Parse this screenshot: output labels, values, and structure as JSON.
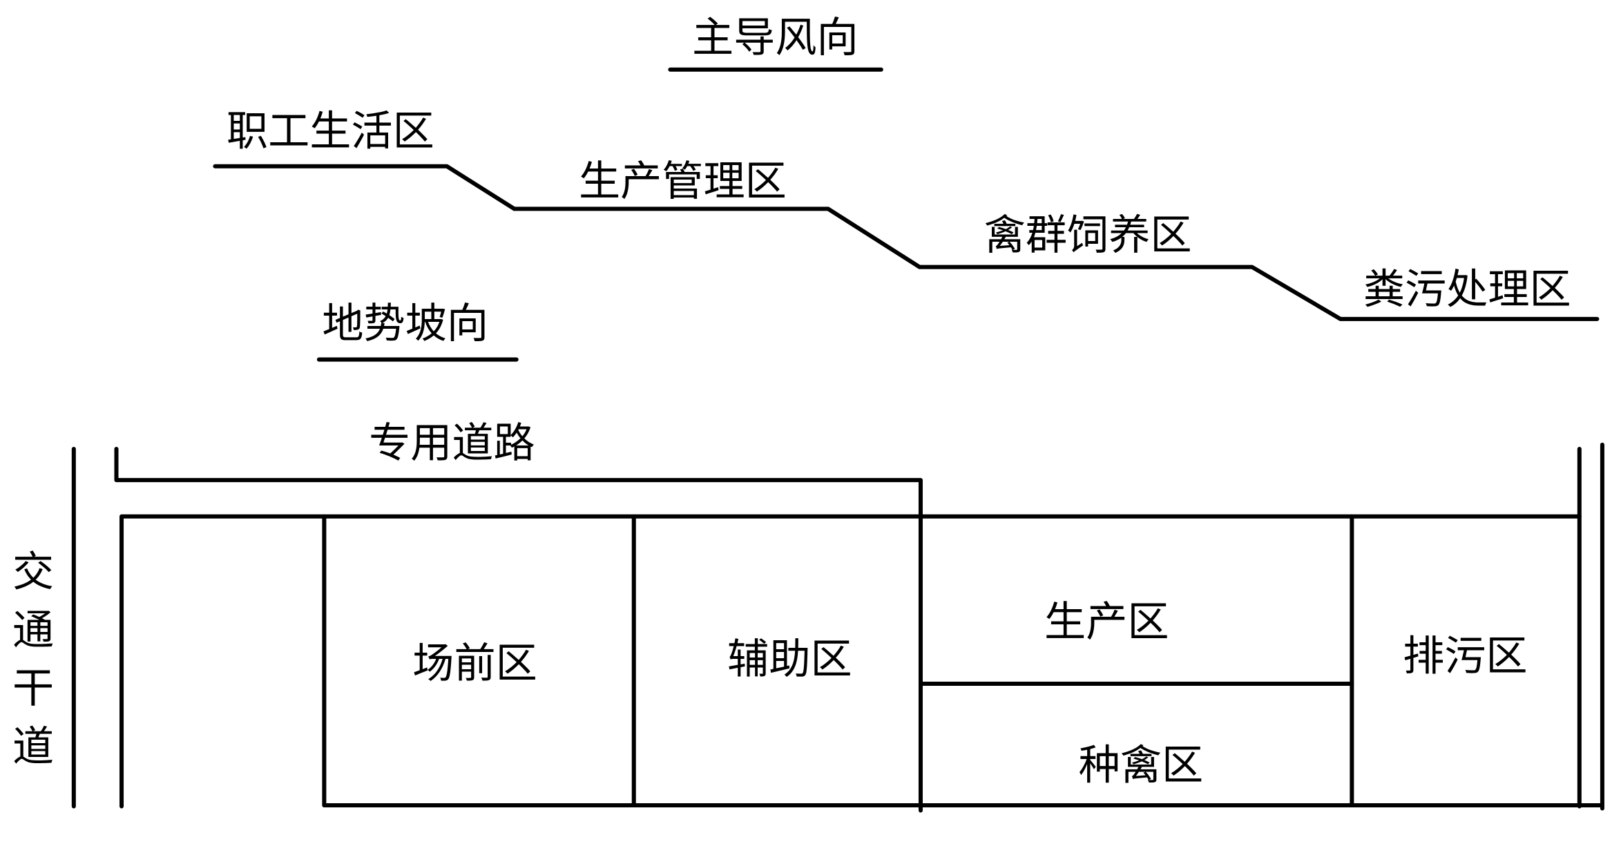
{
  "wind": {
    "title": "主导风向"
  },
  "zones_order": [
    "职工生活区",
    "生产管理区",
    "禽群饲养区",
    "粪污处理区"
  ],
  "slope": {
    "title": "地势坡向"
  },
  "road": {
    "private": "专用道路",
    "main": [
      "交",
      "通",
      "干",
      "道"
    ]
  },
  "areas": {
    "front": "场前区",
    "auxiliary": "辅助区",
    "production": "生产区",
    "breeding": "种禽区",
    "sewage": "排污区"
  }
}
